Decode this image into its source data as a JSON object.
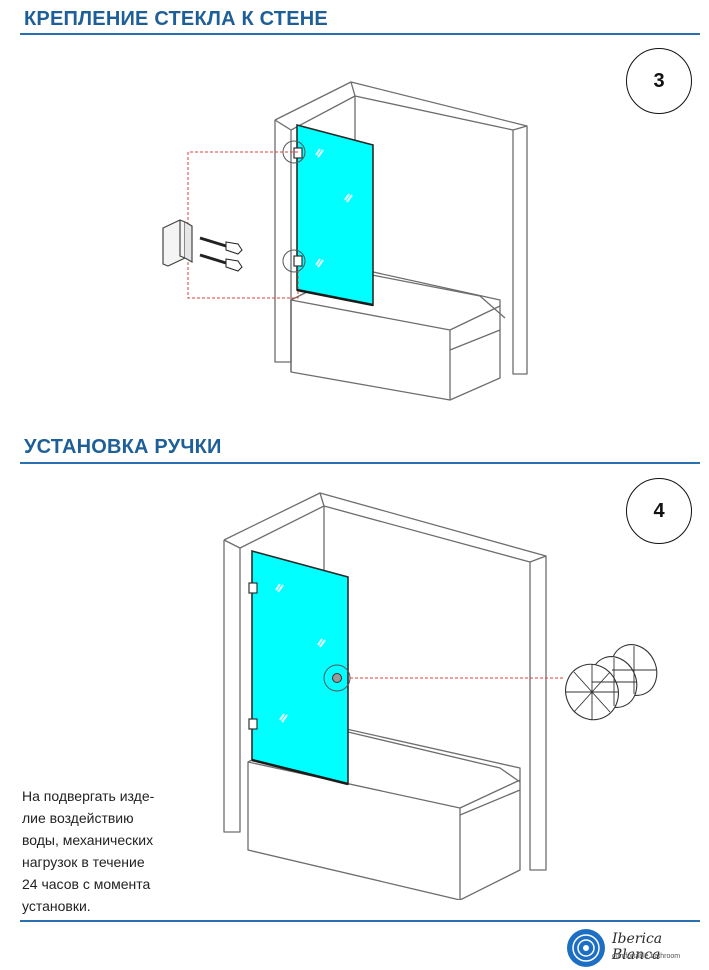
{
  "sections": [
    {
      "title": "КРЕПЛЕНИЕ СТЕКЛА К СТЕНЕ",
      "step": "3"
    },
    {
      "title": "УСТАНОВКА РУЧКИ",
      "step": "4"
    }
  ],
  "note": {
    "lines": [
      "На подвергать изде-",
      "лие воздействию",
      "воды, механических",
      "нагрузок в течение",
      "24 часов с момента",
      "установки."
    ]
  },
  "footer": {
    "brand": "Iberica Blanca",
    "tagline": "comfortable bathroom"
  },
  "colors": {
    "accent": "#1f5f98",
    "glass": "#00ffff",
    "callout": "#e0403a",
    "logo": "#1d6fc4"
  }
}
